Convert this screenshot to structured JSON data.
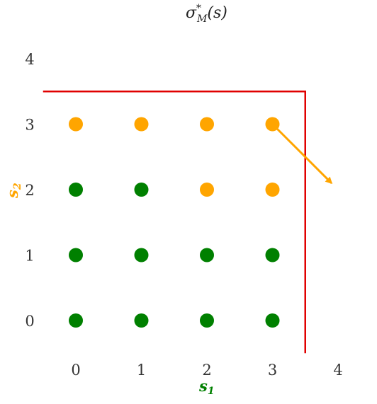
{
  "title": {
    "base": "σ",
    "sup": "*",
    "sub": "M",
    "arg": "(s)"
  },
  "x_axis": {
    "label_base": "s",
    "label_sub": "1",
    "label_color": "#008000",
    "ticks": [
      "0",
      "1",
      "2",
      "3",
      "4"
    ]
  },
  "y_axis": {
    "label_base": "s",
    "label_sub": "2",
    "label_color": "#FFA500",
    "ticks": [
      "0",
      "1",
      "2",
      "3",
      "4"
    ]
  },
  "colors": {
    "green": "#008000",
    "orange": "#FFA500",
    "boundary": "#E00000"
  },
  "chart_data": {
    "type": "scatter",
    "xlim": [
      -0.5,
      4
    ],
    "ylim": [
      -0.5,
      4
    ],
    "points": [
      {
        "x": 0,
        "y": 0,
        "color": "green"
      },
      {
        "x": 1,
        "y": 0,
        "color": "green"
      },
      {
        "x": 2,
        "y": 0,
        "color": "green"
      },
      {
        "x": 3,
        "y": 0,
        "color": "green"
      },
      {
        "x": 0,
        "y": 1,
        "color": "green"
      },
      {
        "x": 1,
        "y": 1,
        "color": "green"
      },
      {
        "x": 2,
        "y": 1,
        "color": "green"
      },
      {
        "x": 3,
        "y": 1,
        "color": "green"
      },
      {
        "x": 0,
        "y": 2,
        "color": "green"
      },
      {
        "x": 1,
        "y": 2,
        "color": "green"
      },
      {
        "x": 2,
        "y": 2,
        "color": "orange"
      },
      {
        "x": 3,
        "y": 2,
        "color": "orange"
      },
      {
        "x": 0,
        "y": 3,
        "color": "orange"
      },
      {
        "x": 1,
        "y": 3,
        "color": "orange"
      },
      {
        "x": 2,
        "y": 3,
        "color": "orange"
      },
      {
        "x": 3,
        "y": 3,
        "color": "orange"
      }
    ],
    "boundary": [
      [
        -0.5,
        3.5
      ],
      [
        3.5,
        3.5
      ],
      [
        3.5,
        -0.5
      ]
    ],
    "arrow": {
      "from": [
        3,
        3
      ],
      "to": [
        3.9,
        2.1
      ],
      "color": "orange"
    }
  }
}
